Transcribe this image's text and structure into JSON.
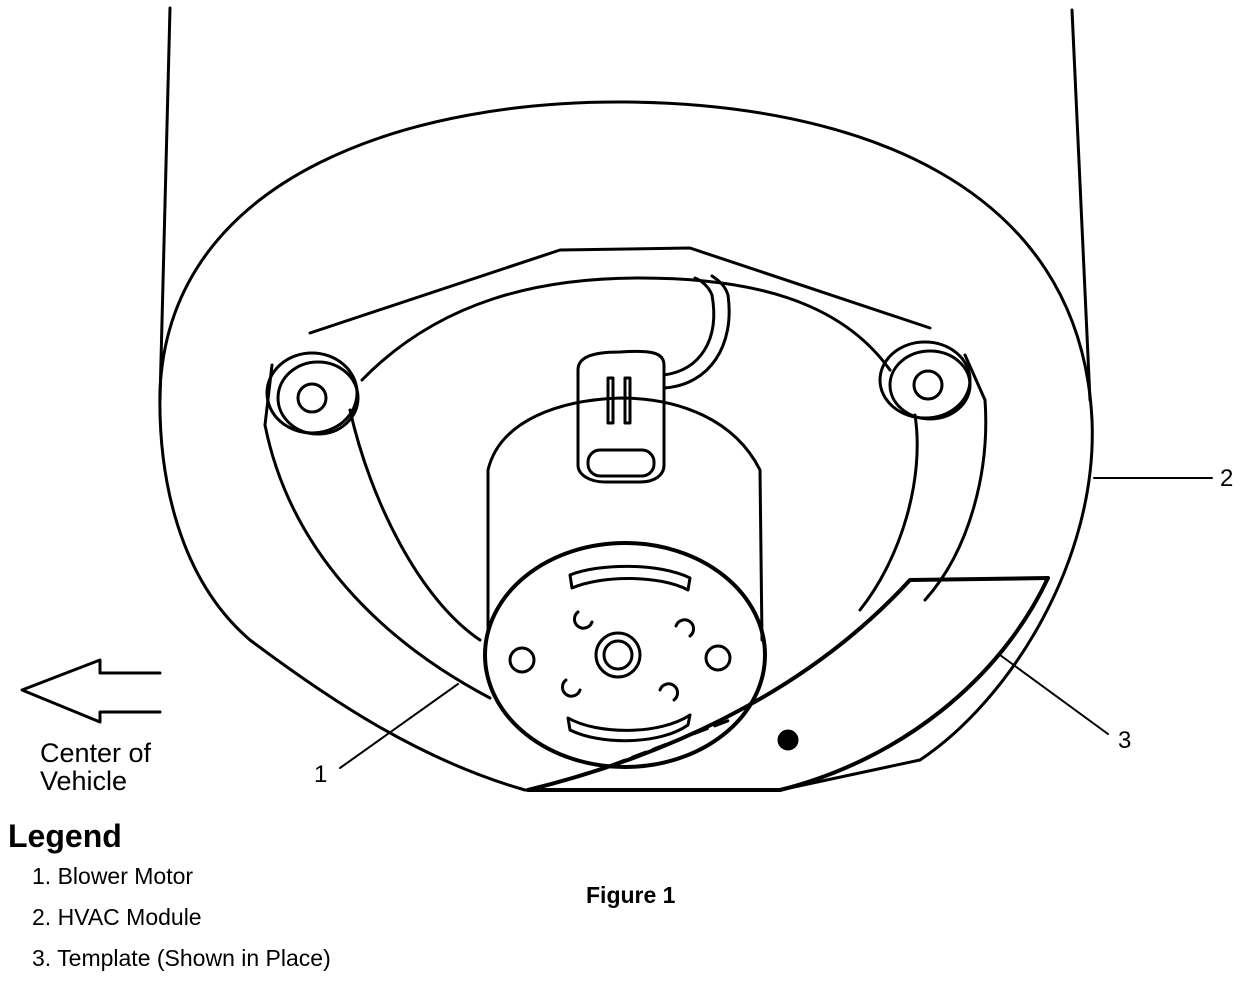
{
  "figure": {
    "callouts": [
      "1",
      "2",
      "3"
    ],
    "direction_label": [
      "Center of",
      "Vehicle"
    ],
    "caption": "Figure 1"
  },
  "legend": {
    "title": "Legend",
    "items": [
      "1. Blower Motor",
      "2. HVAC Module",
      "3. Template (Shown in Place)"
    ]
  }
}
